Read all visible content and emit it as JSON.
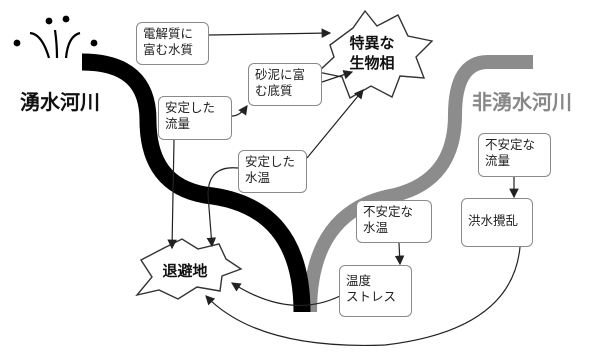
{
  "labels": {
    "spring_river": "湧水河川",
    "non_spring_river": "非湧水河川",
    "unique_biota": "特異な\n生物相",
    "refuge": "退避地"
  },
  "boxes": {
    "electrolyte": "電解質に\n富む水質",
    "sandy_mud": "砂泥に富\nむ底質",
    "stable_flow": "安定した\n流量",
    "stable_temp": "安定した\n水温",
    "unstable_flow": "不安定な\n流量",
    "flood": "洪水攪乱",
    "unstable_temp": "不安定な\n水温",
    "temp_stress": "温度\nストレス"
  },
  "colors": {
    "spring_river": "#000000",
    "non_spring_river": "#8c8c8c",
    "box_border": "#8a8a8a",
    "non_spring_label": "#888888"
  }
}
